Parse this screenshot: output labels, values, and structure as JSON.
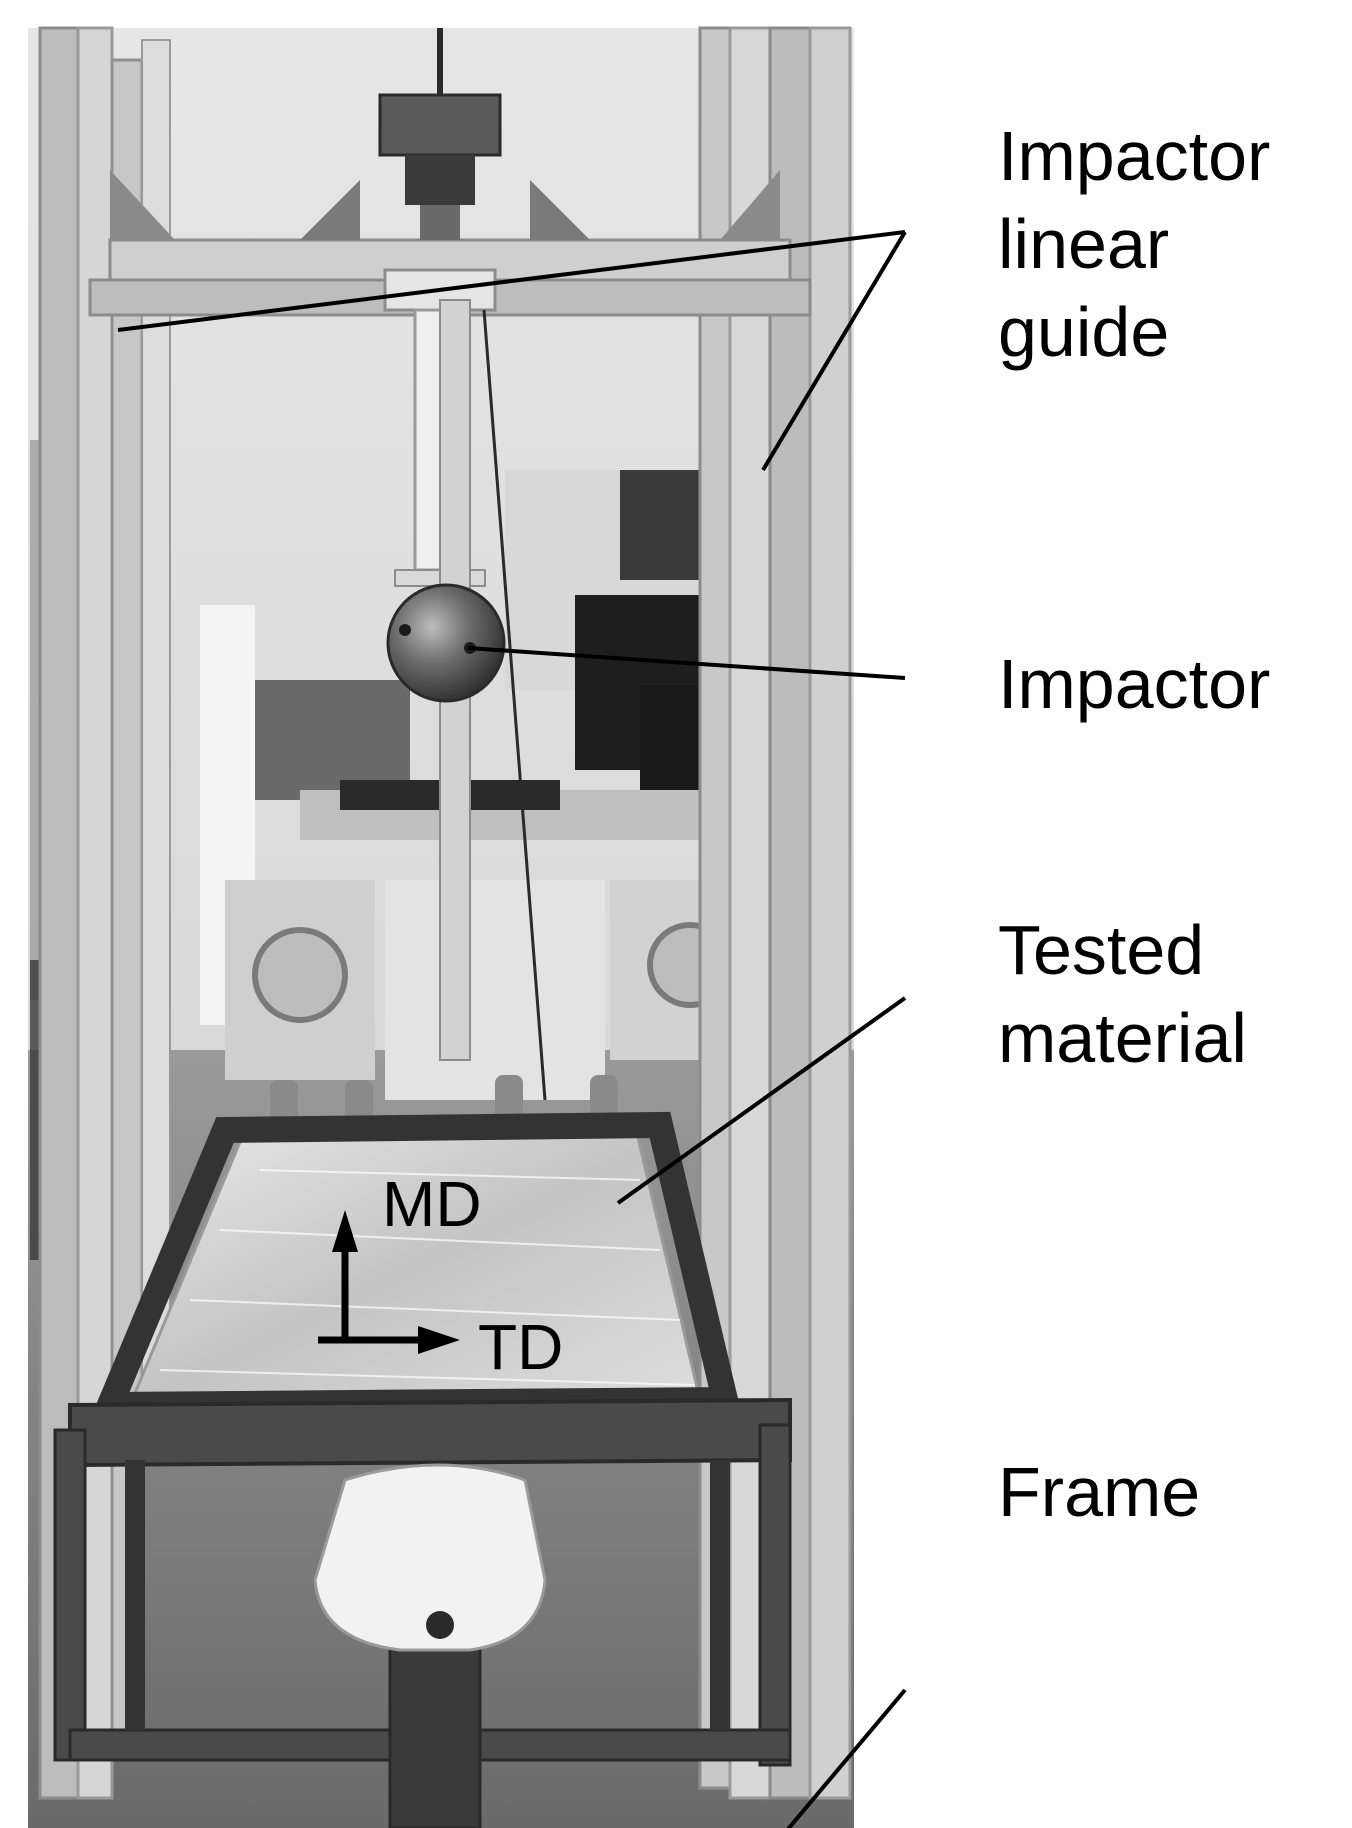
{
  "callouts": {
    "guide": "Impactor\nlinear\nguide",
    "impactor": "Impactor",
    "tested": "Tested\nmaterial",
    "frame": "Frame"
  },
  "axes": {
    "md": "MD",
    "td": "TD"
  },
  "colors": {
    "line": "#000000",
    "background": "#ffffff"
  }
}
